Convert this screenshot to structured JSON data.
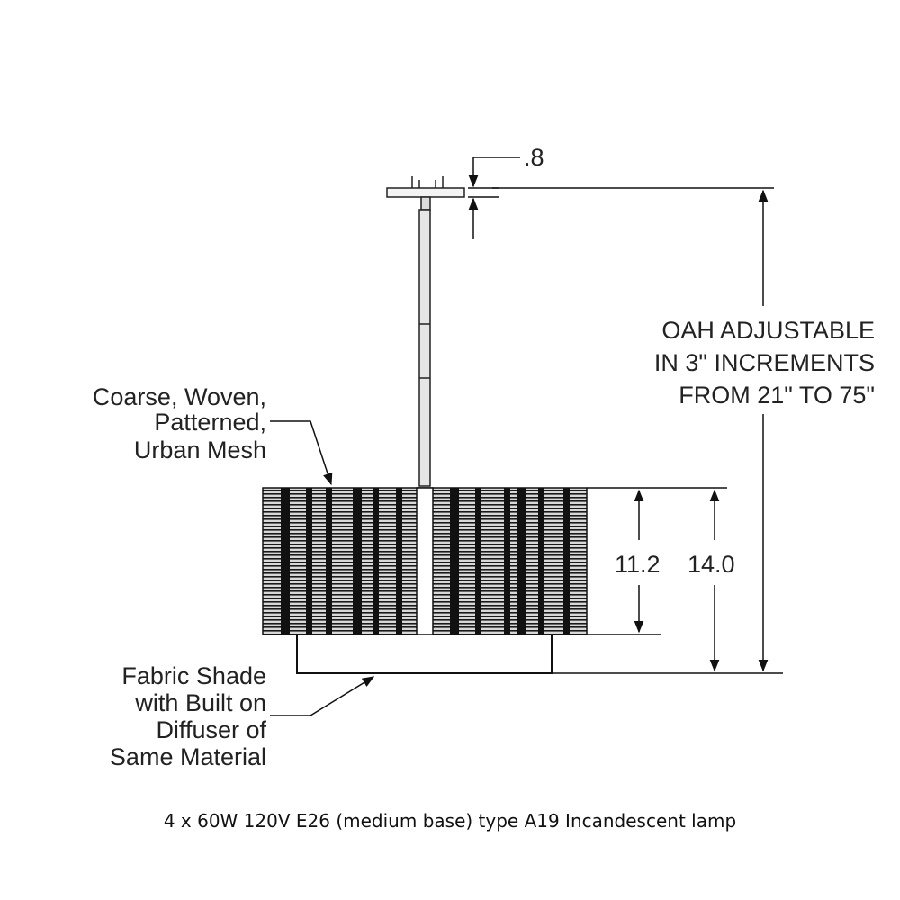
{
  "dimensions": {
    "canopy_height": ".8",
    "shade_body_height": "11.2",
    "shade_total_height": "14.0"
  },
  "annotations": {
    "oah": [
      "OAH ADJUSTABLE",
      "IN 3\" INCREMENTS",
      "FROM 21\" TO 75\""
    ],
    "mesh": [
      "Coarse, Woven,",
      "Patterned,",
      "Urban Mesh"
    ],
    "shade": [
      "Fabric Shade",
      "with Built on",
      "Diffuser of",
      "Same Material"
    ]
  },
  "caption": "4 x 60W 120V E26 (medium base) type A19 Incandescent lamp"
}
